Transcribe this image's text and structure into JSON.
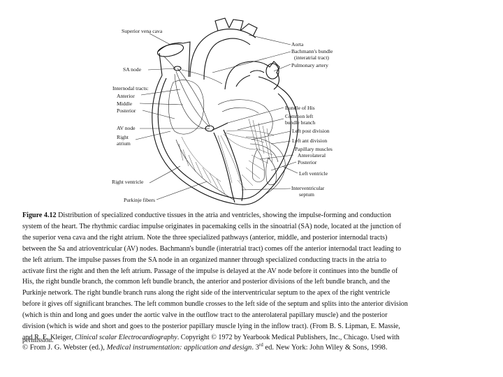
{
  "diagram": {
    "labels": {
      "superior_vena_cava": "Superior vena cava",
      "sa_node": "SA node",
      "internodal_tracts": "Internodal tracts:",
      "anterior": "Anterior",
      "middle": "Middle",
      "posterior": "Posterior",
      "av_node": "AV node",
      "right_atrium_1": "Right",
      "right_atrium_2": "atrium",
      "right_ventricle": "Right ventricle",
      "purkinje_fibers": "Purkinje fibers",
      "aorta": "Aorta",
      "bachmann_1": "Bachmann's bundle",
      "bachmann_2": "(interatrial tract)",
      "pulmonary_artery": "Pulmonary artery",
      "bundle_of_his": "Bundle of His",
      "common_left_1": "Common left",
      "common_left_2": "bundle branch",
      "left_post_division": "Left post division",
      "left_ant_division": "Left ant division",
      "papillary_muscles": "Papillary muscles",
      "anterolateral": "Anterolateral",
      "posterior_pm": "Posterior",
      "left_ventricle": "Left ventricle",
      "interventricular_1": "Interventricular",
      "interventricular_2": "septum"
    }
  },
  "caption": {
    "figure_label": "Figure 4.12",
    "lines": [
      " Distribution of specialized conductive tissues in the atria and ventricles, showing the impulse-forming and conduction",
      "system of the heart. The rhythmic cardiac impulse originates in pacemaking cells in the sinoatrial (SA) node, located at the junction of",
      "the superior vena cava and the right atrium. Note the three specialized pathways (anterior, middle, and posterior internodal tracts)",
      "between the Sa and atrioventricular (AV) nodes. Bachmann's bundle (interatrial tract) comes off the anterior internodal tract leading to",
      "the left atrium. The impulse passes from the SA node in an organized manner through specialized conducting tracts in the atria to",
      "activate first the right and then the left atrium. Passage of the impulse is delayed at the AV node before it continues into the bundle of",
      "His, the right bundle branch, the common left bundle branch, the anterior and posterior divisions of the left bundle branch, and the",
      "Purkinje network. The right bundle branch runs along the right side of the interventricular septum to the apex of the right ventricle",
      "before it gives off significant branches. The left common bundle crosses to the left side of the septum and splits into the anterior division",
      "(which is thin and long and goes under the aortic valve in the outflow tract to the anterolateral papillary muscle) and the posterior",
      "division (which is wide and short and goes to the posterior papillary muscle lying in the inflow tract). (From B. S. Lipman, E. Massie,"
    ],
    "last_line_pre": "and R. E. Kleiger, ",
    "last_line_italic": "Clinical scalar Electrocardiography",
    "last_line_post": ". Copyright © 1972 by Yearbook Medical Publishers, Inc., Chicago. Used with",
    "permission": "permission."
  },
  "citation": {
    "pre": "© From J. G. Webster (ed.), ",
    "italic": "Medical instrumentation: application and design",
    "mid": ". 3",
    "sup": "rd",
    "post": " ed. New York: John Wiley & Sons, 1998."
  }
}
